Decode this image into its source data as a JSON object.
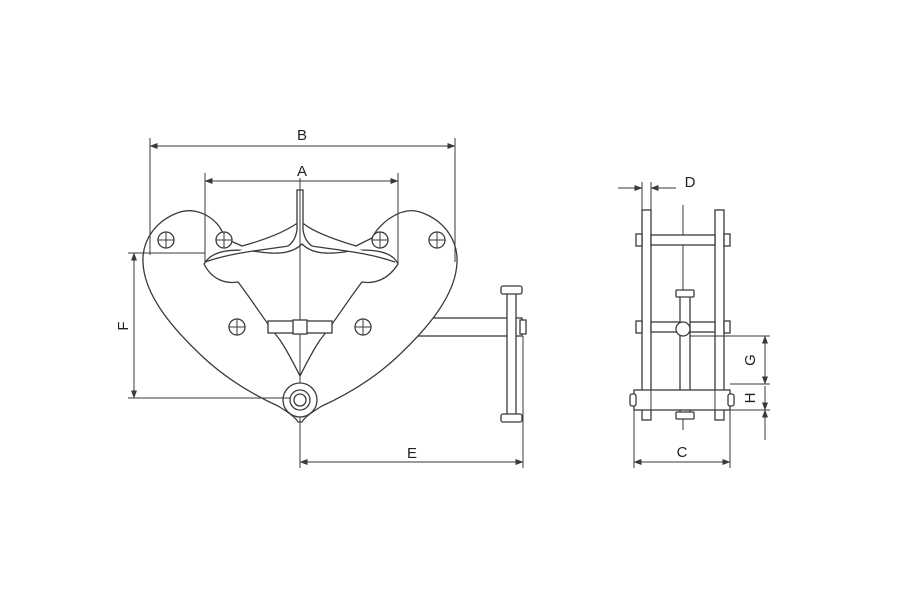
{
  "dimension_labels": {
    "a": "A",
    "b": "B",
    "c": "C",
    "d": "D",
    "e": "E",
    "f": "F",
    "g": "G",
    "h": "H"
  }
}
